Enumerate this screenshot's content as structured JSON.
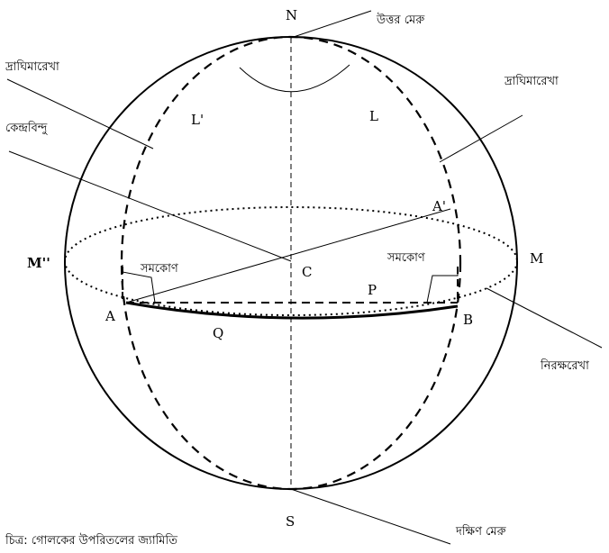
{
  "labels": {
    "N": "N",
    "S": "S",
    "M": "M",
    "M_prime": "M''",
    "C": "C",
    "A": "A",
    "A_prime": "A'",
    "B": "B",
    "P": "P",
    "Q": "Q",
    "L": "L",
    "L_prime": "L'"
  },
  "annotations": {
    "north_pole": "উত্তর মেরু",
    "south_pole": "দক্ষিণ মেরু",
    "meridian_left": "দ্রাঘিমারেখা",
    "meridian_right": "দ্রাঘিমারেখা",
    "center_point": "কেন্দ্রবিন্দু",
    "equator": "নিরক্ষরেখা",
    "right_angle_left": "সমকোণ",
    "right_angle_right": "সমকোণ"
  },
  "caption": "চিত্র: গোলকের উপরিতলের জ্যামিতি"
}
